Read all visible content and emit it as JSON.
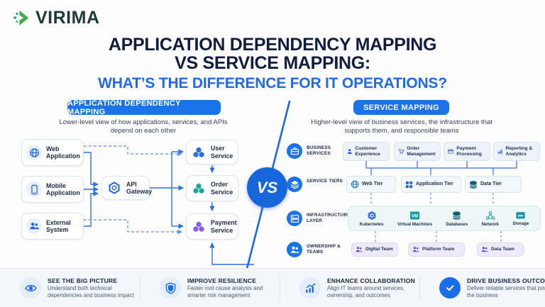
{
  "brand": {
    "name": "VIRIMA"
  },
  "title": {
    "line1": "APPLICATION DEPENDENCY MAPPING",
    "line2": "VS SERVICE MAPPING:",
    "line3": "WHAT’S THE DIFFERENCE FOR IT OPERATIONS?"
  },
  "vs_label": "VS",
  "left_panel": {
    "header": "APPLICATION DEPENDENCY MAPPING",
    "subtitle": "Lower-level view of how applications, services, and APIs depend on each other",
    "nodes": {
      "web": {
        "label": "Web Application",
        "icon": "globe-icon"
      },
      "mobile": {
        "label": "Mobile Application",
        "icon": "tablet-icon"
      },
      "external": {
        "label": "External System",
        "icon": "users-icon"
      },
      "gateway": {
        "label": "API Gateway",
        "icon": "hexagon-gateway-icon"
      },
      "user_service": {
        "label": "User Service",
        "icon": "hexagon-cluster-icon",
        "color": "#2b6de8"
      },
      "order_service": {
        "label": "Order Service",
        "icon": "hexagon-cluster-icon",
        "color": "#17a79f"
      },
      "payment_service": {
        "label": "Payment Service",
        "icon": "hexagon-cluster-icon",
        "color": "#8a5bf0"
      }
    }
  },
  "right_panel": {
    "header": "SERVICE MAPPING",
    "subtitle": "Higher-level view of business services, the infrastructure that supports them, and responsible teams",
    "rows": [
      {
        "label": "BUSINESS SERVICES",
        "icon": "briefcase-icon",
        "items": [
          "Customer Experience",
          "Order Management",
          "Payment Processing",
          "Reporting & Analytics"
        ]
      },
      {
        "label": "SERVICE TIERS",
        "icon": "layers-icon",
        "items": [
          "Web Tier",
          "Application Tier",
          "Data Tier"
        ]
      },
      {
        "label": "INFRASTRUCTURE LAYER",
        "icon": "server-icon",
        "items": [
          "Kubernetes",
          "Virtual Machines",
          "Databases",
          "Network",
          "Storage"
        ],
        "vm_badge": "VM"
      },
      {
        "label": "OWNERSHIP & TEAMS",
        "icon": "team-icon",
        "items": [
          "Digital Team",
          "Platform Team",
          "Data Team"
        ]
      }
    ]
  },
  "benefits": [
    {
      "title": "SEE THE BIG PICTURE",
      "desc": "Understand both technical dependencies and business impact",
      "icon": "eye-icon"
    },
    {
      "title": "IMPROVE RESILIENCE",
      "desc": "Faster root cause analysis and smarter risk management",
      "icon": "shield-icon"
    },
    {
      "title": "ENHANCE COLLABORATION",
      "desc": "Align IT teams around services, ownership, and outcomes",
      "icon": "growth-chart-icon"
    },
    {
      "title": "DRIVE BUSINESS OUTCOMES",
      "desc": "Deliver reliable services that power the business",
      "icon": "check-icon"
    }
  ],
  "colors": {
    "accent_blue": "#1a6ce8",
    "navy": "#101d3f",
    "teal": "#17a79f",
    "purple": "#8a5bf0",
    "brand_green": "#3fae49"
  }
}
